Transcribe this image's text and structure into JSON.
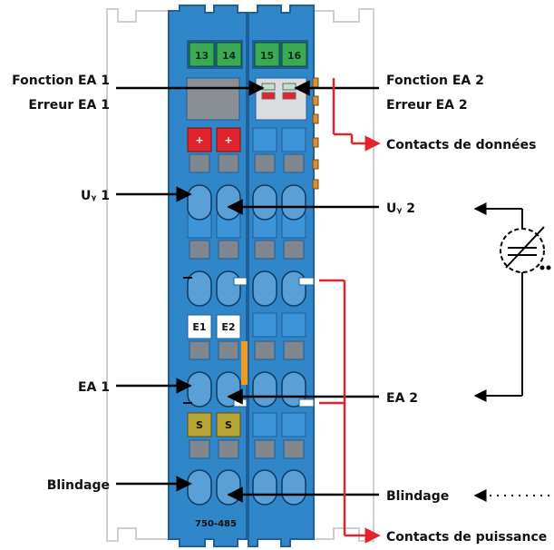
{
  "labels": {
    "fonction_ea1": "Fonction EA 1",
    "erreur_ea1": "Erreur EA 1",
    "fonction_ea2": "Fonction EA 2",
    "erreur_ea2": "Erreur EA 2",
    "contacts_donnees": "Contacts de données",
    "uv1": "Uᵧ 1",
    "uv2": "Uᵧ 2",
    "ea1": "EA 1",
    "ea2": "EA 2",
    "blindage_left": "Blindage",
    "blindage_right": "Blindage",
    "contacts_puissance": "Contacts de puissance"
  },
  "module": {
    "part_number": "750-485",
    "terminals": [
      "13",
      "14",
      "15",
      "16"
    ],
    "plus_left": "+",
    "plus_right": "+",
    "e1": "E1",
    "e2": "E2",
    "s_left": "S",
    "s_right": "S"
  },
  "colors": {
    "module_blue": "#2f86c9",
    "module_dark": "#1f5f99",
    "terminal_green": "#3aaa55",
    "led_red": "#e3232b",
    "shield_olive": "#b7a433",
    "orange_bar": "#f29a1f",
    "arrow_red": "#e3232b"
  }
}
